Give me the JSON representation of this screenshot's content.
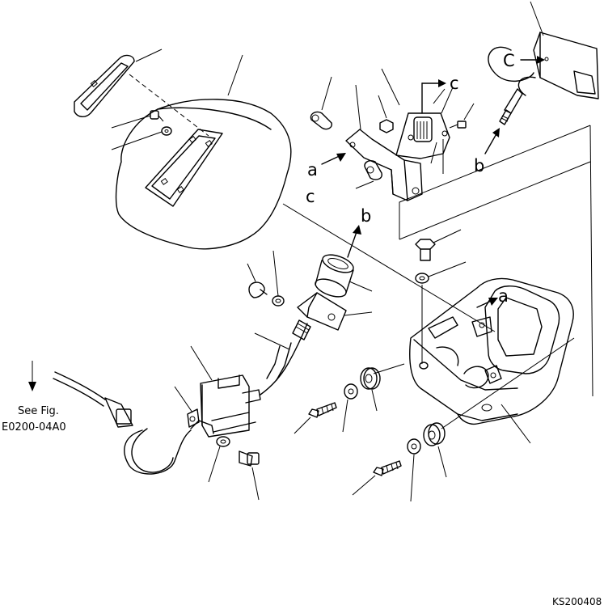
{
  "labels": {
    "a": "a",
    "b": "b",
    "c": "c",
    "c_upper": "C"
  },
  "reference": {
    "line1": "See Fig.",
    "line2": "E0200-04A0"
  },
  "drawing_code": "KS200408"
}
